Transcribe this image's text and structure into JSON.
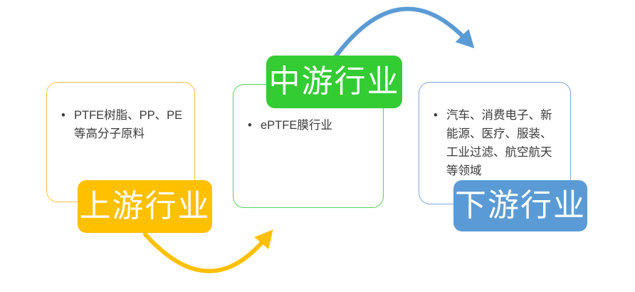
{
  "diagram": {
    "title": "",
    "background_color": "#ffffff",
    "body_text_color": "#3a3a3a",
    "stages": [
      {
        "name": "upstream",
        "label": "上游行业",
        "items": [
          "PTFE树脂、PP、PE等高分子原料"
        ],
        "fill": "#FFC000",
        "border": "#FFC34A"
      },
      {
        "name": "midstream",
        "label": "中游行业",
        "items": [
          "ePTFE膜行业"
        ],
        "fill": "#33CC33",
        "border": "#55D455"
      },
      {
        "name": "downstream",
        "label": "下游行业",
        "items": [
          "汽车、消费电子、新能源、医疗、服装、工业过滤、航空航天等领域"
        ],
        "fill": "#5B9BD5",
        "border": "#7EA6DB"
      }
    ],
    "arrows": [
      {
        "name": "upstream-to-midstream",
        "color": "#FFC000"
      },
      {
        "name": "midstream-to-downstream",
        "color": "#5B9BD5"
      }
    ]
  }
}
